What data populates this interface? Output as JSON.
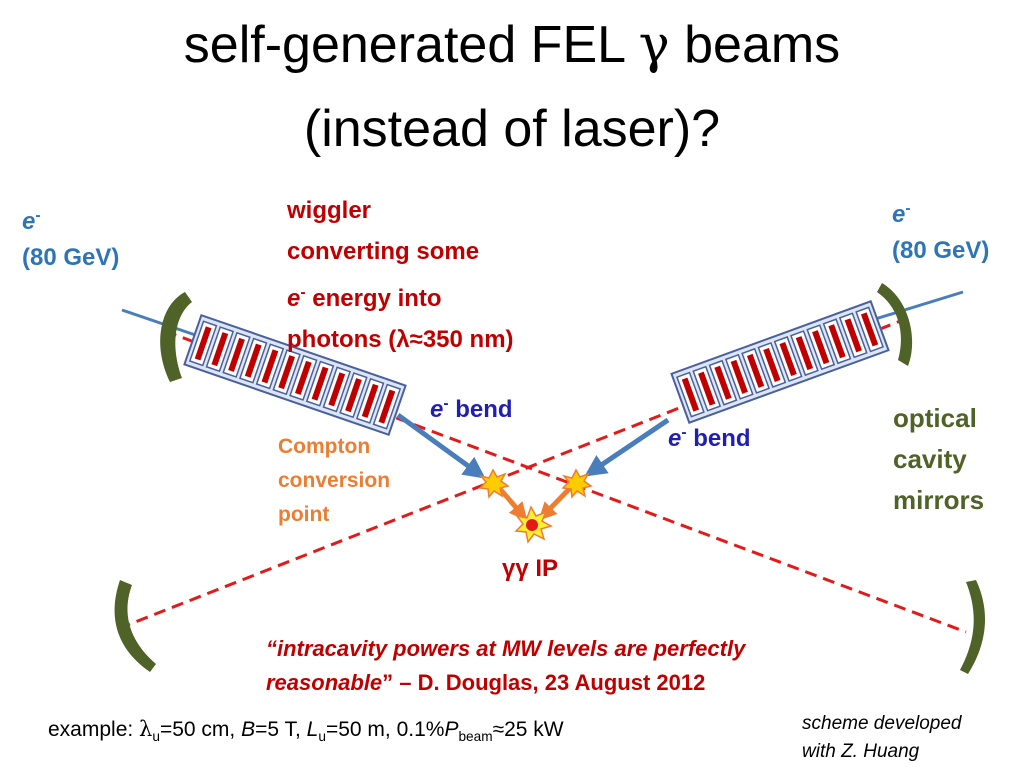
{
  "title": {
    "line1_pre": "self-generated FEL ",
    "line1_gamma": "γ",
    "line1_post": " beams",
    "line2": "(instead of laser)?"
  },
  "electron_left": {
    "symbol": "e",
    "charge": "-",
    "energy": "(80 GeV)"
  },
  "electron_right": {
    "symbol": "e",
    "charge": "-",
    "energy": "(80 GeV)"
  },
  "wiggler": {
    "line1": "wiggler",
    "line2": "converting some",
    "line3_e": "e",
    "line3_charge": "-",
    "line3_rest": " energy into",
    "line4": "photons (λ≈350 nm)"
  },
  "bend_left": {
    "e": "e",
    "charge": "-",
    "text": " bend"
  },
  "bend_right": {
    "e": "e",
    "charge": "-",
    "text": " bend"
  },
  "compton": {
    "line1": "Compton",
    "line2": "conversion",
    "line3": "point"
  },
  "ip_label": "γγ IP",
  "mirrors_label": {
    "line1": "optical",
    "line2": "cavity",
    "line3": "mirrors"
  },
  "quote": {
    "open": "“",
    "text1": "intracavity powers at MW levels are perfectly",
    "text2": "reasonable",
    "close": "”",
    "attribution": " – D. Douglas, 23 August 2012"
  },
  "example": {
    "prefix": "example: ",
    "lambda": "λ",
    "sub_u": "u",
    "p1": "=50 cm, ",
    "B": "B",
    "p2": "=5 T, ",
    "L": "L",
    "sub_u2": "u",
    "p3": "=50 m, 0.1%",
    "P": "P",
    "sub_beam": "beam",
    "p4": "≈25 kW"
  },
  "credit": {
    "line1": "scheme developed",
    "line2": "with  Z. Huang"
  },
  "colors": {
    "electron_beam": "#4a7ebb",
    "laser_dash": "#e41a1a",
    "mirror": "#4f6228",
    "wiggler_frame": "#4a5f9e",
    "wiggler_magnet": "#c00000",
    "orange_arrow": "#ed7d31",
    "burst": "#ffcc00"
  }
}
